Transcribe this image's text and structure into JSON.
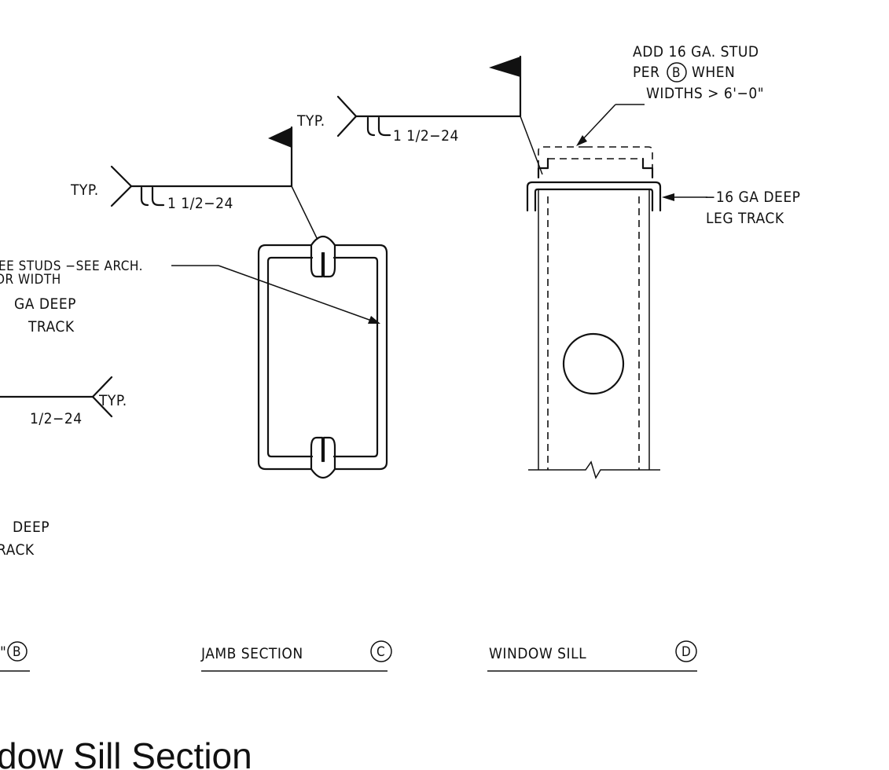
{
  "labels": {
    "top_note_line1": "ADD 16 GA. STUD",
    "top_note_line2_pre": "PER",
    "top_note_ref": "B",
    "top_note_line2_post": "WHEN",
    "top_note_line3": "WIDTHS > 6'−0\"",
    "weld_typ_1": "TYP.",
    "weld_size_1": "1 1/2−24",
    "weld_typ_2": "TYP.",
    "weld_size_2": "1 1/2−24",
    "weld_typ_3": "TYP.",
    "weld_size_3": "1/2−24",
    "track_right_line1": "−16 GA DEEP",
    "track_right_line2": "LEG TRACK",
    "left_note_line1": "EE STUDS −SEE ARCH.",
    "left_note_line2": "OR WIDTH",
    "left_note_line3": "GA DEEP",
    "left_note_line4": "TRACK",
    "left_note_lower1": "DEEP",
    "left_note_lower2": "RACK"
  },
  "sections": {
    "b_fragment": "\"",
    "b_ref": "B",
    "c_label": "JAMB SECTION",
    "c_ref": "C",
    "d_label": "WINDOW SILL",
    "d_ref": "D"
  },
  "title": "dow Sill Section"
}
